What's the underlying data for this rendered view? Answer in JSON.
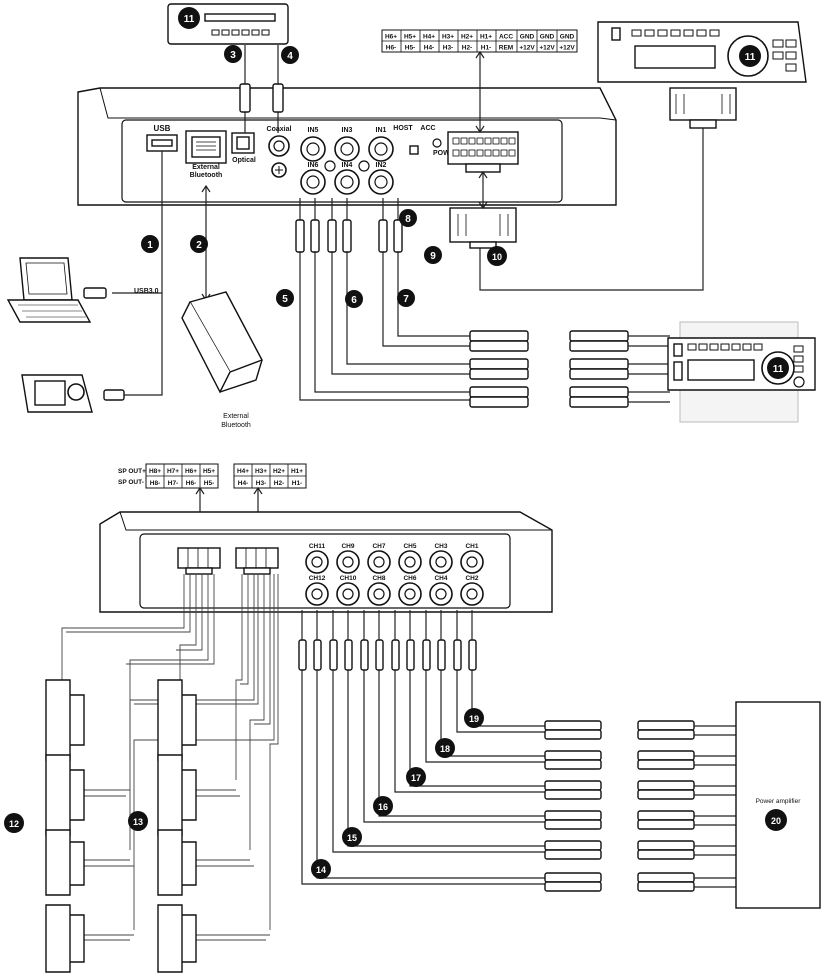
{
  "top_unit": {
    "ports": {
      "usb": "USB",
      "external_bt": "External\nBluetooth",
      "optical": "Optical",
      "coaxial": "Coaxial",
      "in5": "IN5",
      "in3": "IN3",
      "in1": "IN1",
      "in6": "IN6",
      "in4": "IN4",
      "in2": "IN2",
      "host": "HOST",
      "acc": "ACC",
      "power": "POWER"
    },
    "usb_cable_label": "USB3.0",
    "external_bt_device_label": "External\nBluetooth",
    "pin_table": {
      "row1": [
        "H6+",
        "H5+",
        "H4+",
        "H3+",
        "H2+",
        "H1+",
        "ACC",
        "GND",
        "GND",
        "GND"
      ],
      "row2": [
        "H6-",
        "H5-",
        "H4-",
        "H3-",
        "H2-",
        "H1-",
        "REM",
        "+12V",
        "+12V",
        "+12V"
      ]
    }
  },
  "bottom_unit": {
    "sp_out_plus": "SP OUT+",
    "sp_out_minus": "SP OUT-",
    "table_left": {
      "row1": [
        "H8+",
        "H7+",
        "H6+",
        "H5+"
      ],
      "row2": [
        "H8-",
        "H7-",
        "H6-",
        "H5-"
      ]
    },
    "table_right": {
      "row1": [
        "H4+",
        "H3+",
        "H2+",
        "H1+"
      ],
      "row2": [
        "H4-",
        "H3-",
        "H2-",
        "H1-"
      ]
    },
    "channels_top": [
      "CH11",
      "CH9",
      "CH7",
      "CH5",
      "CH3",
      "CH1"
    ],
    "channels_bottom": [
      "CH12",
      "CH10",
      "CH8",
      "CH6",
      "CH4",
      "CH2"
    ],
    "amp_label": "Power amplifier"
  },
  "badges": {
    "b1": "1",
    "b2": "2",
    "b3": "3",
    "b4": "4",
    "b5": "5",
    "b6": "6",
    "b7": "7",
    "b8": "8",
    "b9": "9",
    "b10": "10",
    "b11a": "11",
    "b11b": "11",
    "b11c": "11",
    "b12": "12",
    "b13": "13",
    "b14": "14",
    "b15": "15",
    "b16": "16",
    "b17": "17",
    "b18": "18",
    "b19": "19",
    "b20": "20"
  }
}
